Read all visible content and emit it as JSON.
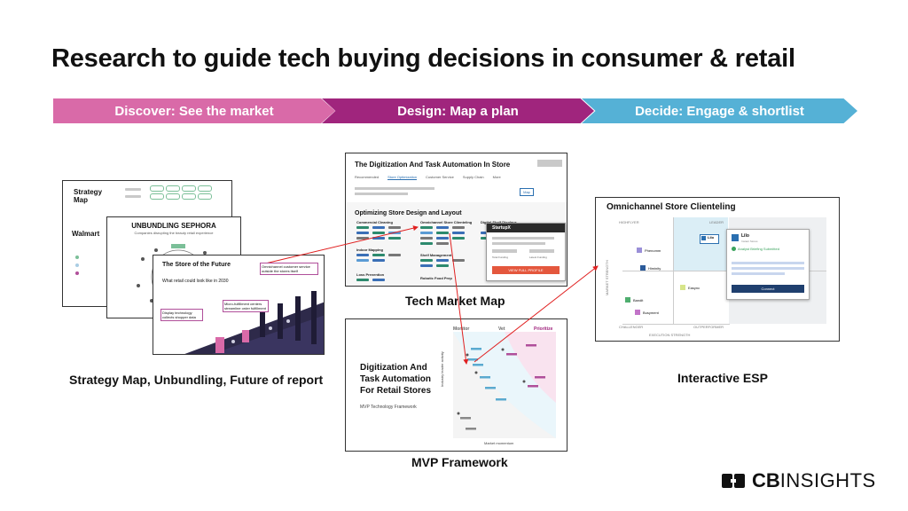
{
  "title": "Research to guide tech buying decisions in consumer & retail",
  "stages": [
    {
      "label": "Discover: See the market",
      "color": "#d96aa8"
    },
    {
      "label": "Design: Map a plan",
      "color": "#a0257d"
    },
    {
      "label": "Decide: Engage & shortlist",
      "color": "#55b1d6"
    }
  ],
  "discover": {
    "strategy_map": {
      "title": "Strategy Map",
      "company": "Walmart"
    },
    "unbundling": {
      "title": "UNBUNDLING SEPHORA",
      "subtitle": "Companies disrupting the beauty retail experience"
    },
    "future": {
      "title": "The Store of the Future",
      "subtitle": "What retail could look like in 2030",
      "callouts": [
        "Omnichannel customer service outside the stores itself",
        "Micro-fulfillment centers streamline order fulfillment",
        "Display technology collects shopper data"
      ]
    },
    "caption": "Strategy Map, Unbundling, Future of report"
  },
  "market_map": {
    "title": "The Digitization And Task Automation In Store",
    "nav": [
      "Recommended",
      "Store Optimization",
      "Customer Service",
      "Supply Chain",
      "More"
    ],
    "map_button": "Map",
    "section_title": "Optimizing Store Design and Layout",
    "categories": [
      "Commercial Cleaning",
      "Omnichannel Store Clienteling",
      "Digital Shelf Displays",
      "Indoor Mapping",
      "Shelf Management",
      "Loss Prevention",
      "Robotic Food Prep"
    ],
    "popup": {
      "name": "StartupX",
      "fields": [
        "Total Funding",
        "Latest Funding"
      ],
      "button": "VIEW FULL PROFILE"
    },
    "caption": "Tech Market Map"
  },
  "mvp": {
    "title": "Digitization And Task Automation For Retail Stores",
    "subtitle": "MVP Technology Framework",
    "columns": [
      "Monitor",
      "Vet",
      "Prioritize"
    ],
    "xlabel": "Market momentum",
    "ylabel": "Industry leader activity",
    "caption": "MVP Framework"
  },
  "esp": {
    "title": "Omnichannel Store Clienteling",
    "quadrants": [
      "HIGHFLYER",
      "LEADER",
      "CHALLENGER",
      "OUTPERFORMER"
    ],
    "yaxis": "MARKET STRENGTH",
    "xaxis": "EXECUTION STRENGTH",
    "companies": [
      "Phenomm",
      "Himinity",
      "Lilo",
      "Easync",
      "Bandit",
      "Busyment"
    ],
    "popup": {
      "name": "Lilo",
      "sub": "Instant Stores",
      "status": "Analyst Briefing Submitted",
      "button": "Connect"
    },
    "caption": "Interactive ESP"
  },
  "brand": {
    "bold": "CB",
    "rest": "INSIGHTS"
  }
}
